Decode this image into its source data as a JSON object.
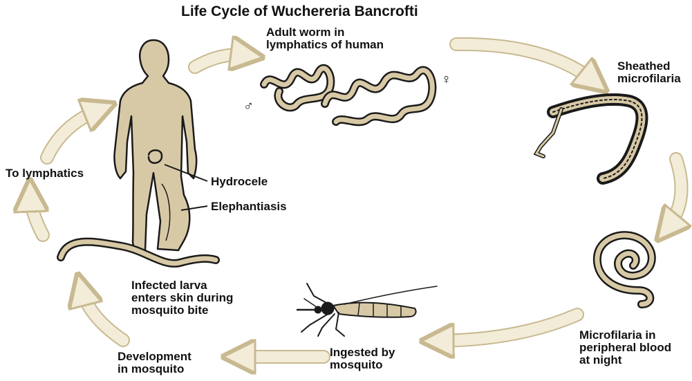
{
  "title": "Life Cycle of Wuchereria Bancrofti",
  "labels": {
    "adult_worm_1": "Adult worm in",
    "adult_worm_2": "lymphatics of human",
    "sheathed_1": "Sheathed",
    "sheathed_2": "microfilaria",
    "microfilaria_1": "Microfilaria in",
    "microfilaria_2": "peripheral blood",
    "microfilaria_3": "at night",
    "ingested_1": "Ingested by",
    "ingested_2": "mosquito",
    "development_1": "Development",
    "development_2": "in mosquito",
    "infected_1": "Infected larva",
    "infected_2": "enters skin during",
    "infected_3": "mosquito bite",
    "to_lymphatics": "To lymphatics",
    "hydrocele": "Hydrocele",
    "elephantiasis": "Elephantiasis",
    "male_symbol": "♂",
    "female_symbol": "♀"
  },
  "colors": {
    "arrow_fill": "#f2ecd8",
    "arrow_stroke": "#c8b990",
    "figure_fill": "#d8c9a6",
    "outline": "#1a1a1a"
  }
}
